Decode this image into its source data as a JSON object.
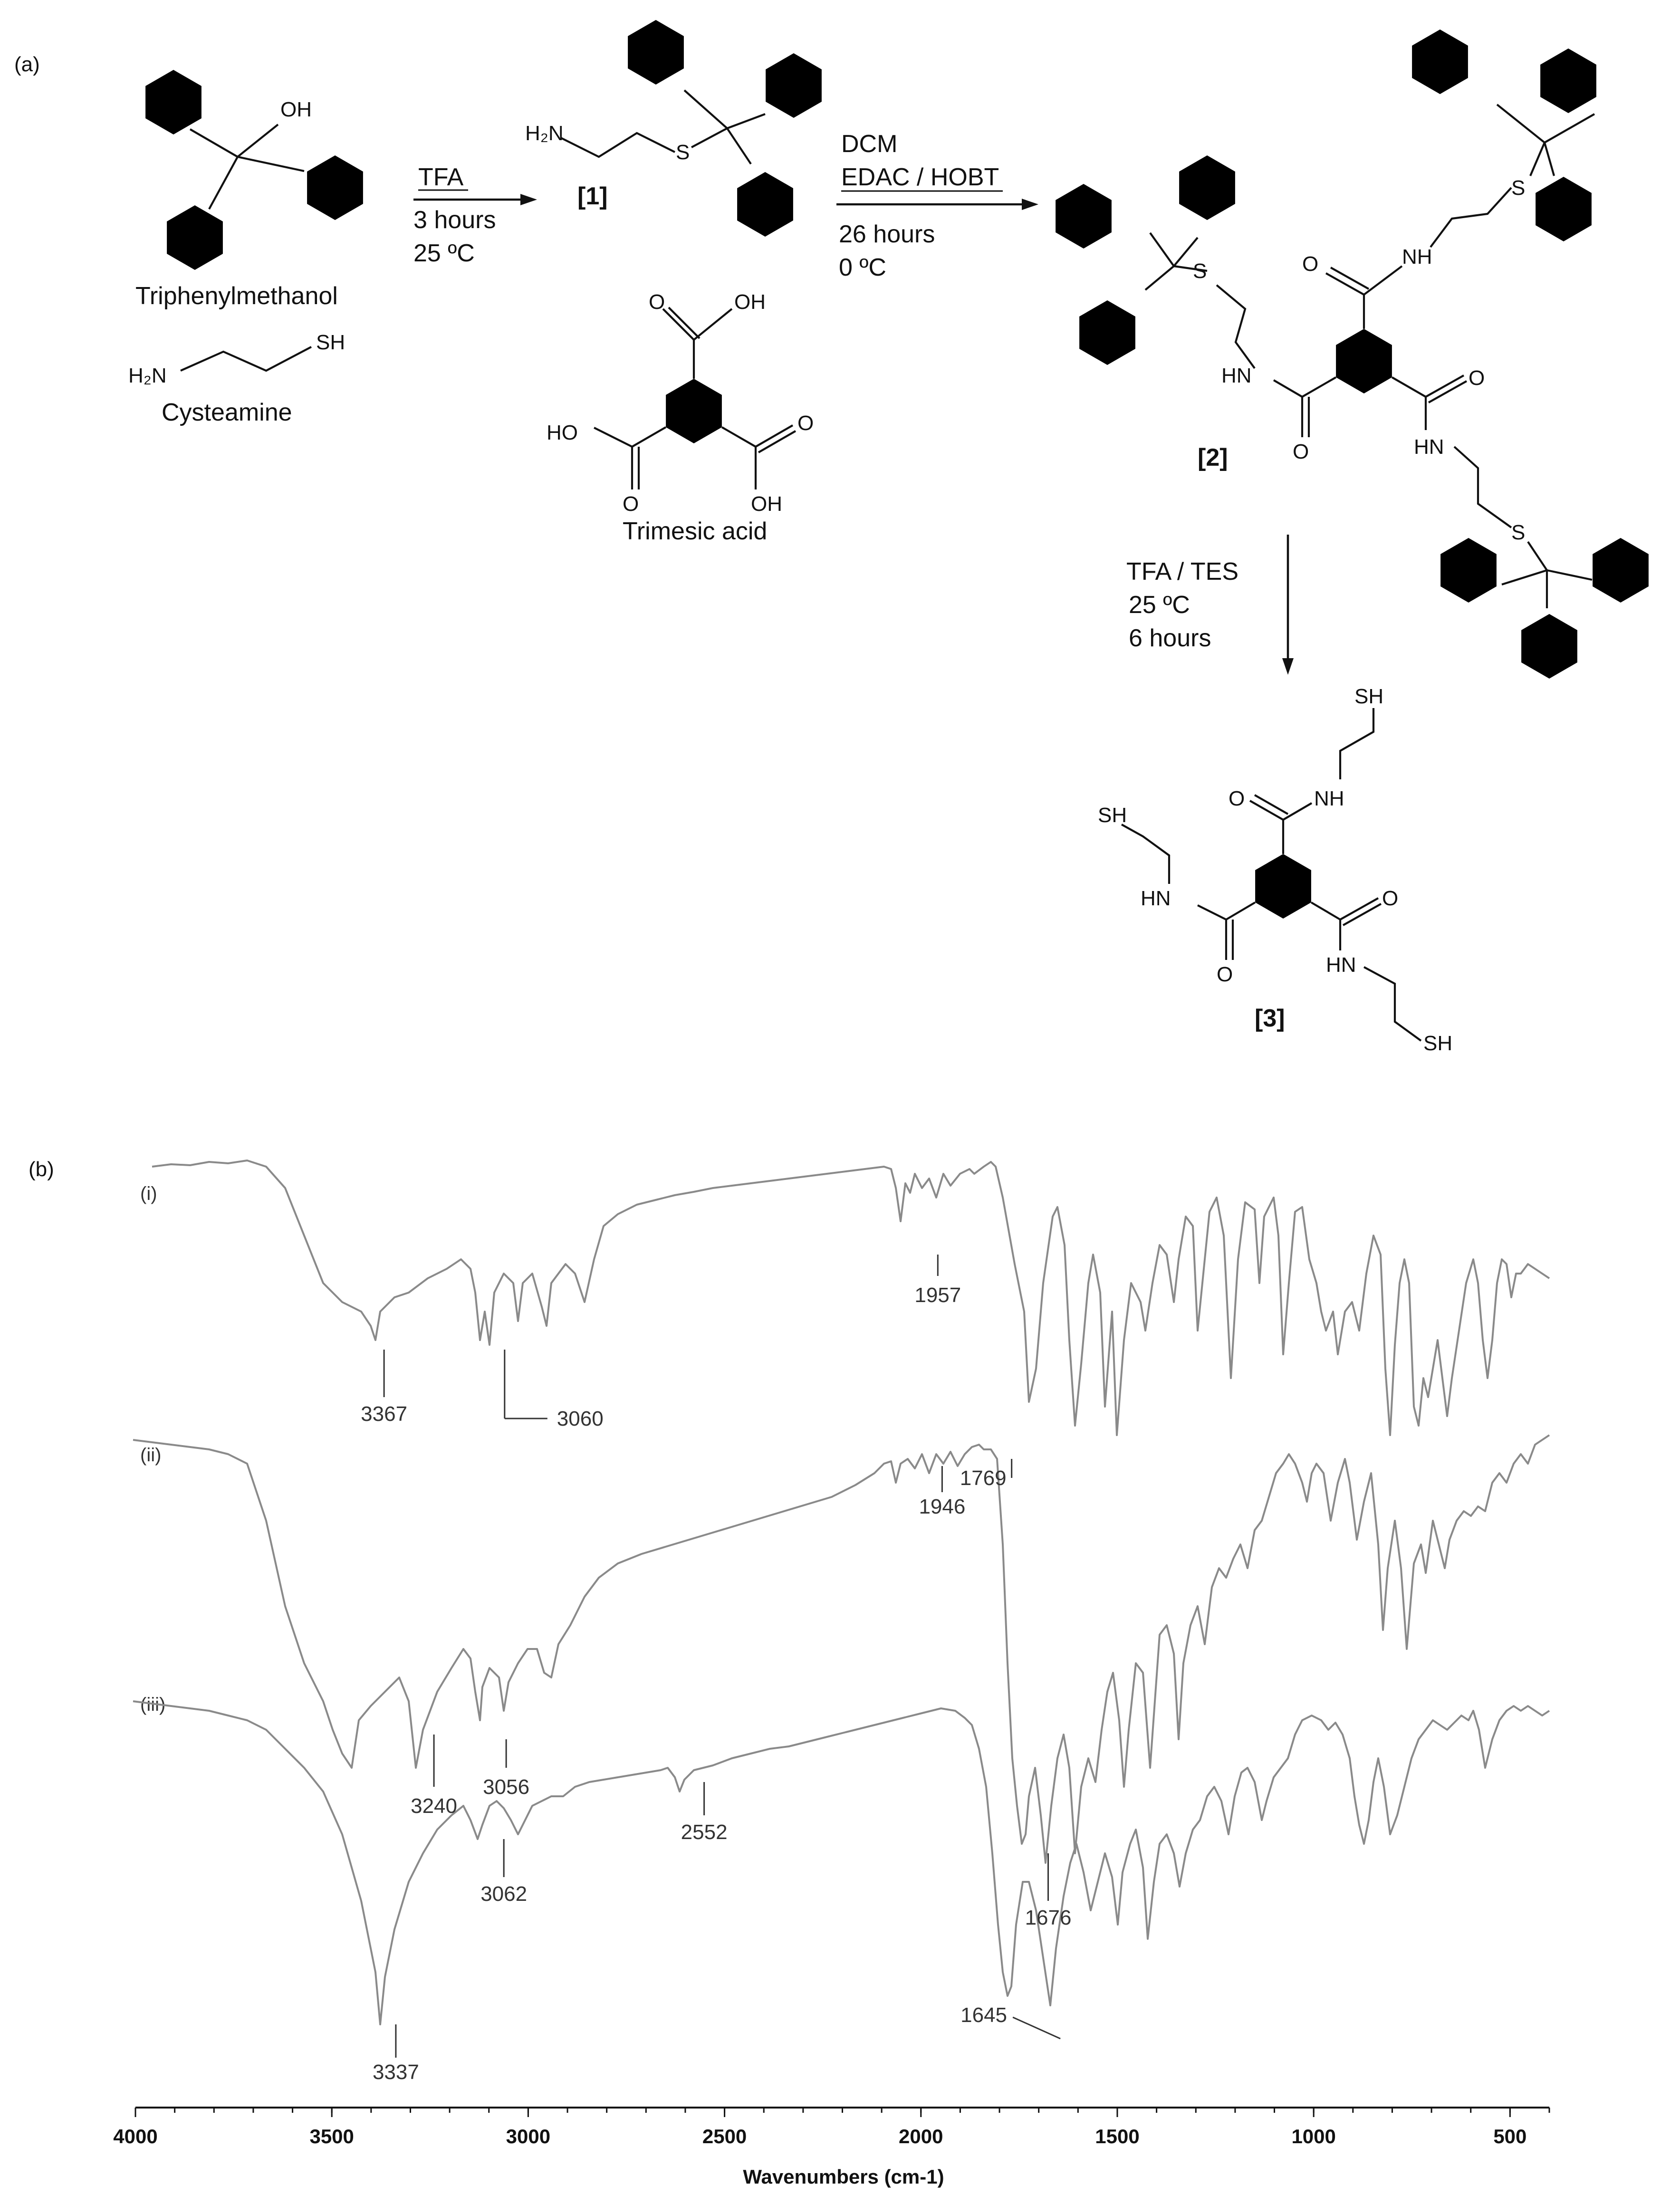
{
  "panel_a": {
    "label": "(a)",
    "reactants": {
      "triphenylmethanol": "Triphenylmethanol",
      "cysteamine": "Cysteamine",
      "trimesic": "Trimesic acid"
    },
    "atoms": {
      "oh": "OH",
      "h2n": "H₂N",
      "sh": "SH",
      "s": "S",
      "nh": "NH",
      "hn": "HN",
      "o": "O",
      "ho": "HO"
    },
    "step1": {
      "line1": "TFA",
      "line2": "3 hours",
      "line3": "25 ºC"
    },
    "step2": {
      "line1": "DCM",
      "line2": "EDAC / HOBT",
      "line3": "26 hours",
      "line4": "0 ºC"
    },
    "step3": {
      "line1": "TFA / TES",
      "line2": "25 ºC",
      "line3": "6 hours"
    },
    "compound_labels": {
      "c1": "[1]",
      "c2": "[2]",
      "c3": "[3]"
    }
  },
  "chart_data": {
    "type": "line",
    "panel_label": "(b)",
    "xlabel": "Wavenumbers (cm-1)",
    "xlim": [
      4000,
      400
    ],
    "x_ticks": [
      4000,
      3500,
      3000,
      2500,
      2000,
      1500,
      1000,
      500
    ],
    "series": [
      {
        "name": "(i)",
        "peaks": [
          3367,
          3060,
          1957
        ]
      },
      {
        "name": "(ii)",
        "peaks": [
          3240,
          3056,
          1946,
          1769,
          1676
        ]
      },
      {
        "name": "(iii)",
        "peaks": [
          3337,
          3062,
          2552,
          1645
        ]
      }
    ]
  }
}
